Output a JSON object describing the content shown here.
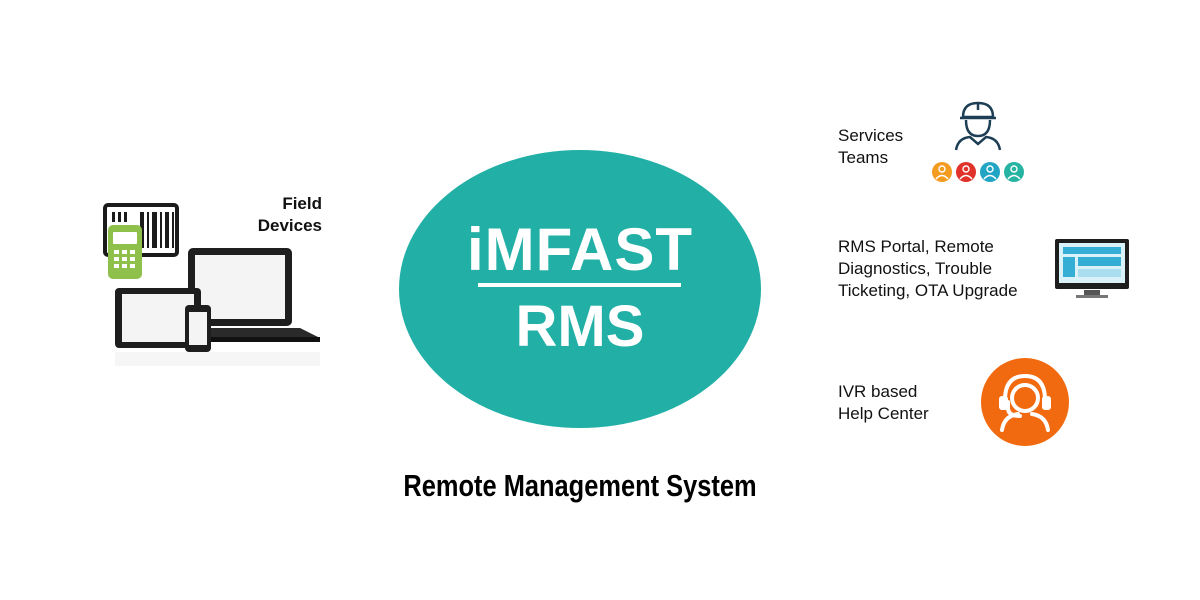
{
  "hub": {
    "title": "iMFAST",
    "subtitle": "RMS",
    "color": "#22b0a6"
  },
  "caption": "Remote Management System",
  "field_devices": {
    "label_line1": "Field",
    "label_line2": "Devices",
    "icons": [
      "barcode-scanner-icon",
      "handheld-terminal-icon",
      "laptop-icon",
      "tablet-icon",
      "smartphone-icon"
    ]
  },
  "services": {
    "label_line1": "Services",
    "label_line2": "Teams",
    "icon": "engineer-icon",
    "team_colors": [
      "#f39c1f",
      "#e0312b",
      "#22a5c4",
      "#27b3a2"
    ]
  },
  "portal": {
    "line1": "RMS Portal, Remote",
    "line2": "Diagnostics, Trouble",
    "line3": "Ticketing, OTA Upgrade",
    "icon": "monitor-icon"
  },
  "help_center": {
    "line1": "IVR based",
    "line2": "Help Center",
    "icon": "headset-agent-icon",
    "color": "#f26a0f"
  }
}
